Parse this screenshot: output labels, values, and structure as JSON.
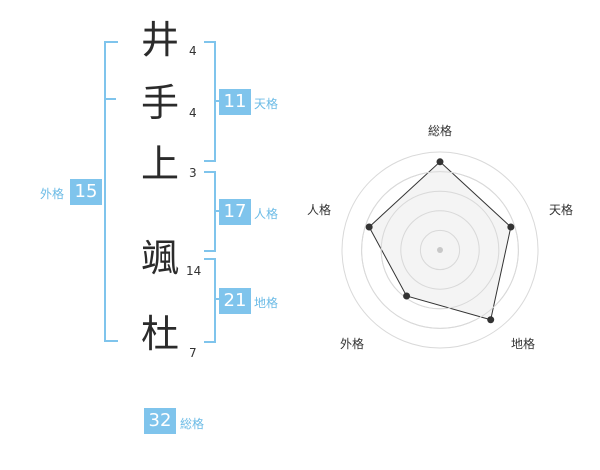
{
  "name": {
    "characters": [
      {
        "char": "井",
        "strokes": "4"
      },
      {
        "char": "手",
        "strokes": "4"
      },
      {
        "char": "上",
        "strokes": "3"
      },
      {
        "char": "颯",
        "strokes": "14"
      },
      {
        "char": "杜",
        "strokes": "7"
      }
    ]
  },
  "kakusu": {
    "tenkaku": {
      "value": "11",
      "label": "天格"
    },
    "jinkaku": {
      "value": "17",
      "label": "人格"
    },
    "chikaku": {
      "value": "21",
      "label": "地格"
    },
    "gaikaku": {
      "value": "15",
      "label": "外格"
    },
    "soukaku": {
      "value": "32",
      "label": "総格"
    }
  },
  "colors": {
    "accent": "#7fc4ec",
    "accent_text": "#6bbbe6",
    "radar_fill": "#f2f2f2",
    "radar_ring": "#d9d9d9",
    "radar_line": "#333333"
  },
  "chart_data": {
    "type": "radar",
    "axes": [
      "総格",
      "天格",
      "地格",
      "外格",
      "人格"
    ],
    "scale": 5,
    "values": [
      4.5,
      3.8,
      4.4,
      2.9,
      3.8
    ]
  }
}
